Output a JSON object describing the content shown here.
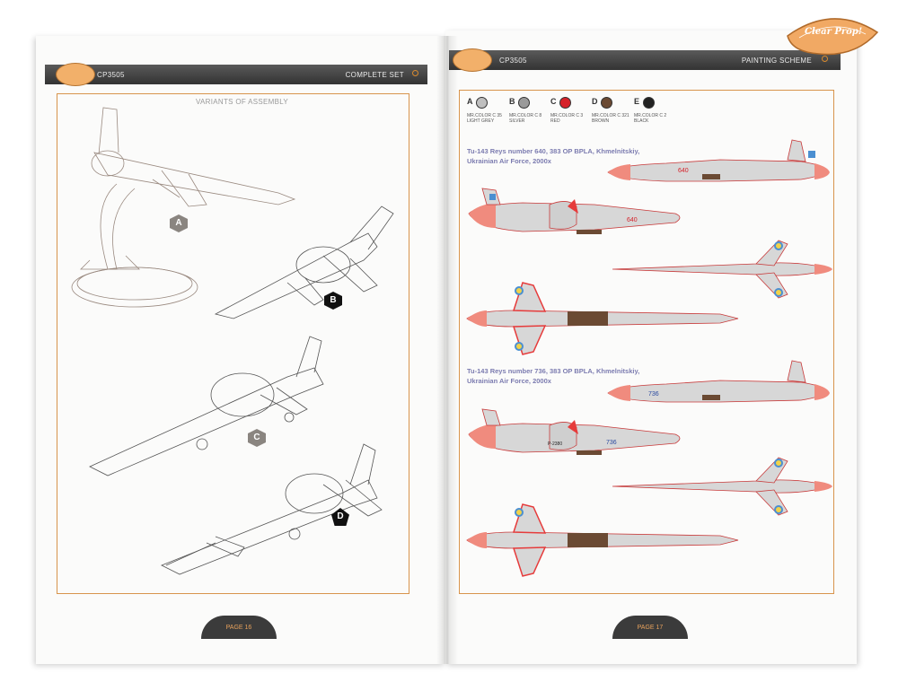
{
  "left_page": {
    "product_code": "CP3505",
    "header_title": "COMPLETE SET",
    "subtitle": "VARIANTS OF ASSEMBLY",
    "variants": [
      "A",
      "B",
      "C",
      "D"
    ],
    "page_label": "PAGE 16"
  },
  "right_page": {
    "product_code": "CP3505",
    "header_title": "PAINTING SCHEME",
    "page_label": "PAGE 17",
    "paints": [
      {
        "letter": "A",
        "name": "MR.COLOR C 35 LIGHT GREY",
        "color": "#bfbfbf"
      },
      {
        "letter": "B",
        "name": "MR.COLOR C 8 SILVER",
        "color": "#9a9a9a"
      },
      {
        "letter": "C",
        "name": "MR.COLOR C 3 RED",
        "color": "#d6222a"
      },
      {
        "letter": "D",
        "name": "MR.COLOR C 321 BROWN",
        "color": "#6b4a33"
      },
      {
        "letter": "E",
        "name": "MR.COLOR C 2 BLACK",
        "color": "#222222"
      }
    ],
    "scheme1_caption_line1": "Tu-143 Reys number 640, 383 OP BPLA, Khmelnitskiy,",
    "scheme1_caption_line2": "Ukrainian Air Force, 2000x",
    "scheme2_caption_line1": "Tu-143 Reys number 736, 383 OP BPLA, Khmelnitskiy,",
    "scheme2_caption_line2": "Ukrainian Air Force, 2000x",
    "scheme1_tail_number": "640",
    "scheme2_tail_number": "736",
    "scheme2_registration": "P-2380"
  },
  "brand": {
    "logo_text": "Clear Prop!",
    "accent_color": "#e6a15c",
    "frame_color": "#d8944c"
  }
}
